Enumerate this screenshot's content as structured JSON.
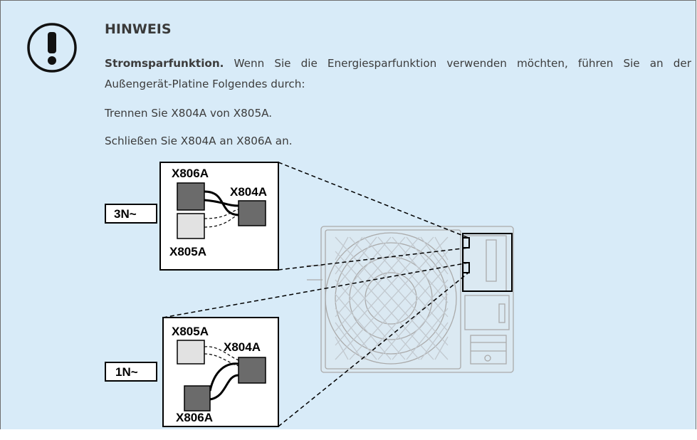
{
  "notice": {
    "title": "HINWEIS",
    "lead_bold": "Stromsparfunktion.",
    "lead_text": " Wenn Sie die Energiesparfunktion verwenden möchten, führen Sie an der Außengerät-Platine Folgendes durch:",
    "step_1": "Trennen Sie X804A von X805A.",
    "step_2": "Schließen Sie X804A an X806A an.",
    "icon": "exclamation-circle-icon"
  },
  "diagram": {
    "detail_3n": {
      "tag": "3N~",
      "label_x806a": "X806A",
      "label_x804a": "X804A",
      "label_x805a": "X805A"
    },
    "detail_1n": {
      "tag": "1N~",
      "label_x805a": "X805A",
      "label_x804a": "X804A",
      "label_x806a": "X806A"
    },
    "colors": {
      "connector_dark": "#6b6b6b",
      "connector_light": "#e2e2e2",
      "unit_outline": "#ababab"
    }
  }
}
